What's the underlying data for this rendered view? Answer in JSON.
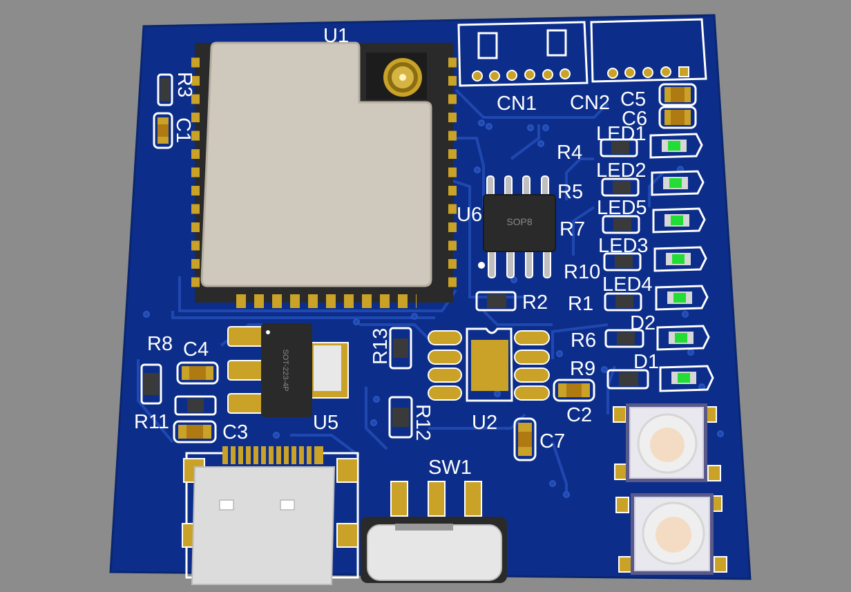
{
  "colors": {
    "background": "#8c8c8c",
    "board": "#0c2e8a",
    "trace": "#1f48b0",
    "gold": "#c9a227",
    "silkscreen": "#ffffff",
    "led": "#22dd33",
    "chip_body": "#2a2a2a"
  },
  "labels": {
    "u1": "U1",
    "u2": "U2",
    "u5": "U5",
    "u6": "U6",
    "cn1": "CN1",
    "cn2": "CN2",
    "c1": "C1",
    "c2": "C2",
    "c3": "C3",
    "c4": "C4",
    "c5": "C5",
    "c6": "C6",
    "c7": "C7",
    "r1": "R1",
    "r2": "R2",
    "r3": "R3",
    "r4": "R4",
    "r5": "R5",
    "r6": "R6",
    "r7": "R7",
    "r8": "R8",
    "r9": "R9",
    "r10": "R10",
    "r11": "R11",
    "r12": "R12",
    "r13": "R13",
    "led1": "LED1",
    "led2": "LED2",
    "led3": "LED3",
    "led4": "LED4",
    "led5": "LED5",
    "d1": "D1",
    "d2": "D2",
    "sw1": "SW1"
  },
  "chip_markings": {
    "u6": "SOP8",
    "u5": "SOT-223-4P"
  },
  "icons": {
    "tact_switches": "tactile-button-icon",
    "usb": "usb-c-connector-icon",
    "antenna": "ufl-antenna-connector-icon"
  }
}
